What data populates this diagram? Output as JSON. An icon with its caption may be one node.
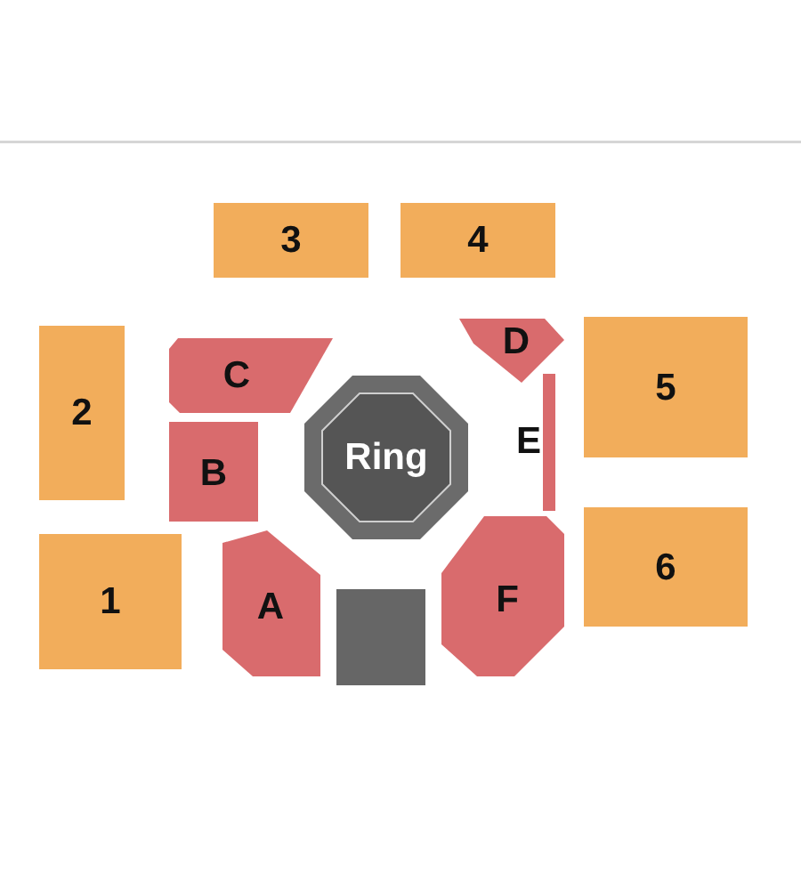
{
  "diagram": {
    "nodes": [
      {
        "text": [
          "3"
        ]
      },
      {
        "text": [
          "4"
        ]
      },
      {
        "text": [
          "2"
        ]
      },
      {
        "text": [
          "C"
        ]
      },
      {
        "text": [
          "D"
        ]
      },
      {
        "text": [
          "5"
        ]
      },
      {
        "text": [
          "Ring"
        ]
      },
      {
        "text": [
          "E"
        ]
      },
      {
        "text": [
          "B"
        ]
      },
      {
        "text": [
          "6"
        ]
      },
      {
        "text": [
          "1"
        ]
      },
      {
        "text": [
          "A"
        ]
      },
      {
        "text": [
          "F"
        ]
      },
      {
        "text": [],
        "shape": "box"
      }
    ]
  }
}
